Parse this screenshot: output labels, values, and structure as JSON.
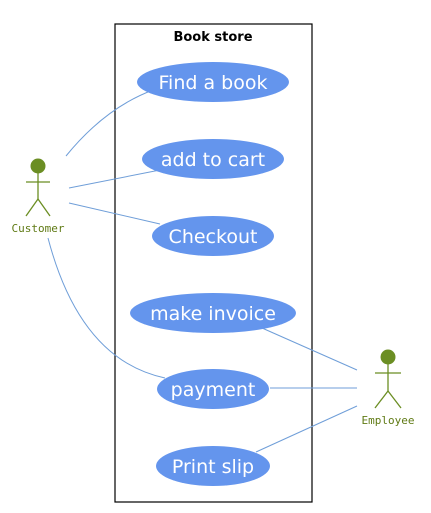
{
  "system": {
    "title": "Book store"
  },
  "actors": {
    "customer": {
      "label": "Customer"
    },
    "employee": {
      "label": "Employee"
    }
  },
  "use_cases": {
    "find_book": "Find a book",
    "add_to_cart": "add to cart",
    "checkout": "Checkout",
    "make_invoice": "make invoice",
    "payment": "payment",
    "print_slip": "Print slip"
  },
  "colors": {
    "use_case_fill": "#6495ed",
    "actor": "#6b8e23",
    "actor_label": "#5f7a14",
    "association": "#6f9ed8",
    "boundary": "#000000"
  }
}
